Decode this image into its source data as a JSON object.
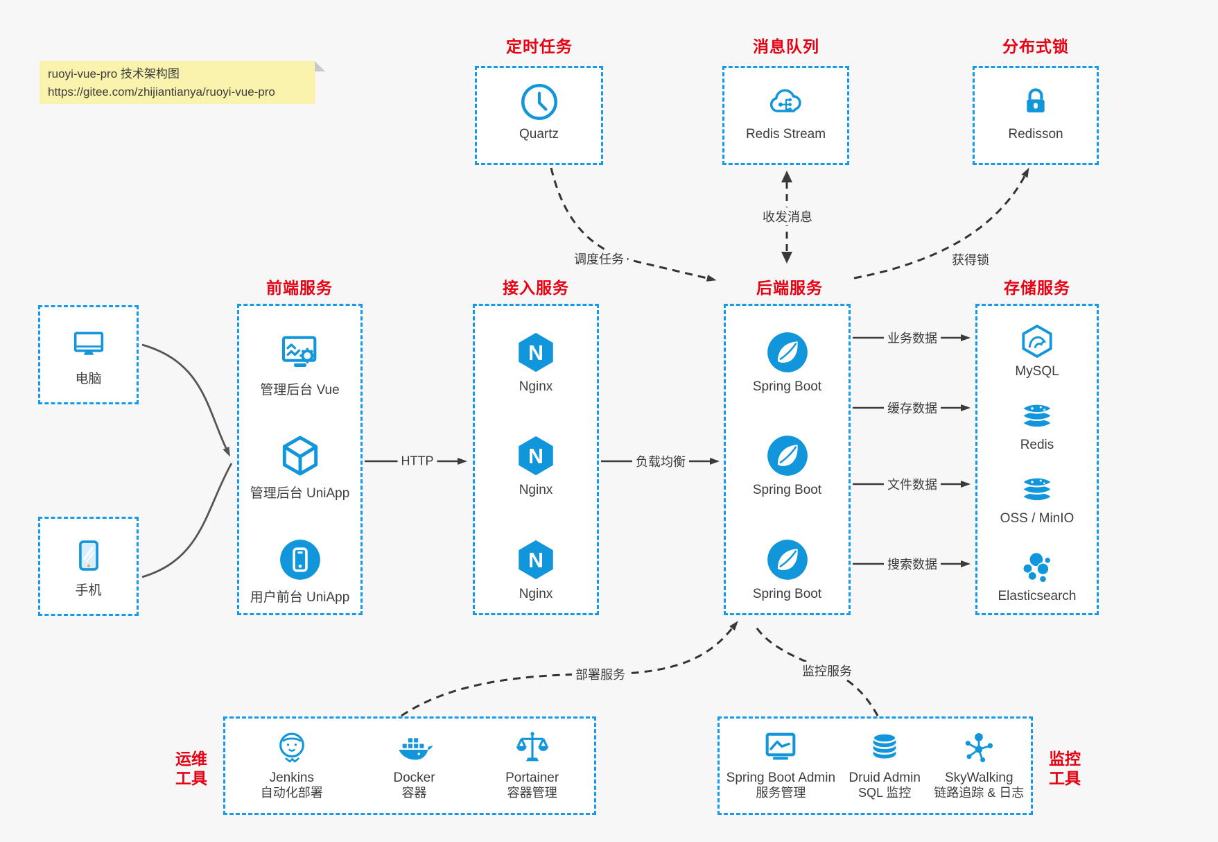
{
  "note": {
    "line1": "ruoyi-vue-pro 技术架构图",
    "line2": "https://gitee.com/zhijiantianya/ruoyi-vue-pro"
  },
  "top_services": [
    {
      "title": "定时任务",
      "node": "Quartz",
      "icon": "clock-icon"
    },
    {
      "title": "消息队列",
      "node": "Redis Stream",
      "icon": "cloud-mq-icon"
    },
    {
      "title": "分布式锁",
      "node": "Redisson",
      "icon": "lock-icon"
    }
  ],
  "clients": [
    {
      "label": "电脑",
      "icon": "desktop-icon"
    },
    {
      "label": "手机",
      "icon": "phone-icon"
    }
  ],
  "columns": [
    {
      "title": "前端服务",
      "items": [
        {
          "label": "管理后台 Vue",
          "icon": "admin-vue-icon"
        },
        {
          "label": "管理后台 UniApp",
          "icon": "uniapp-cube-icon"
        },
        {
          "label": "用户前台 UniApp",
          "icon": "user-uniapp-icon"
        }
      ]
    },
    {
      "title": "接入服务",
      "items": [
        {
          "label": "Nginx",
          "icon": "nginx-icon"
        },
        {
          "label": "Nginx",
          "icon": "nginx-icon"
        },
        {
          "label": "Nginx",
          "icon": "nginx-icon"
        }
      ]
    },
    {
      "title": "后端服务",
      "items": [
        {
          "label": "Spring Boot",
          "icon": "springboot-icon"
        },
        {
          "label": "Spring Boot",
          "icon": "springboot-icon"
        },
        {
          "label": "Spring Boot",
          "icon": "springboot-icon"
        }
      ]
    },
    {
      "title": "存储服务",
      "items": [
        {
          "label": "MySQL",
          "icon": "mysql-icon"
        },
        {
          "label": "Redis",
          "icon": "redis-stack-icon"
        },
        {
          "label": "OSS / MinIO",
          "icon": "redis-stack-icon"
        },
        {
          "label": "Elasticsearch",
          "icon": "elasticsearch-icon"
        }
      ]
    }
  ],
  "ops_tools": {
    "title_line1": "运维",
    "title_line2": "工具",
    "items": [
      {
        "name": "Jenkins",
        "desc": "自动化部署",
        "icon": "jenkins-icon"
      },
      {
        "name": "Docker",
        "desc": "容器",
        "icon": "docker-icon"
      },
      {
        "name": "Portainer",
        "desc": "容器管理",
        "icon": "portainer-scales-icon"
      }
    ]
  },
  "monitor_tools": {
    "title_line1": "监控",
    "title_line2": "工具",
    "items": [
      {
        "name": "Spring Boot Admin",
        "desc": "服务管理",
        "icon": "admin-monitor-icon"
      },
      {
        "name": "Druid Admin",
        "desc": "SQL 监控",
        "icon": "database-icon"
      },
      {
        "name": "SkyWalking",
        "desc": "链路追踪 & 日志",
        "icon": "skywalking-icon"
      }
    ]
  },
  "edges": {
    "http": "HTTP",
    "load_balance": "负载均衡",
    "business": "业务数据",
    "cache": "缓存数据",
    "file": "文件数据",
    "search": "搜索数据",
    "schedule": "调度任务",
    "message": "收发消息",
    "lock": "获得锁",
    "deploy": "部署服务",
    "monitor": "监控服务"
  },
  "colors": {
    "icon_blue": "#1296db",
    "border_blue": "#1499ec",
    "title_red": "#e60012",
    "background": "#f7f7f7",
    "arrow_dark": "#3a3a3a",
    "note_yellow": "#faf3ae"
  }
}
